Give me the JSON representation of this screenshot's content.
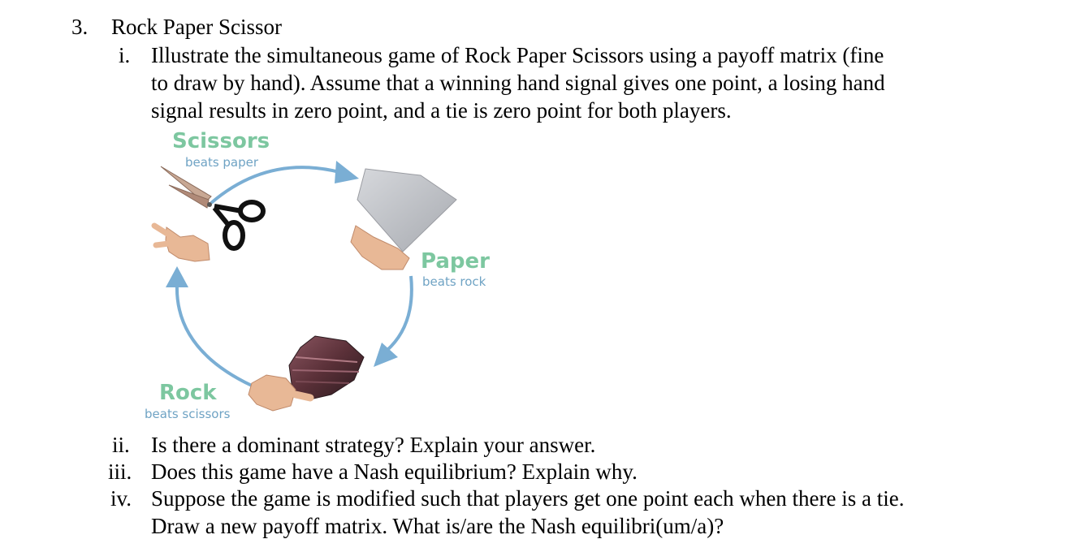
{
  "question": {
    "number": "3.",
    "title": "Rock Paper Scissor"
  },
  "part_i": {
    "label": "i.",
    "lines": [
      "Illustrate the simultaneous game of Rock Paper Scissors using a payoff matrix (fine",
      "to draw by hand). Assume that a winning hand signal gives one point, a losing hand",
      "signal results in zero point, and a tie is zero point for both players."
    ]
  },
  "diagram": {
    "scissors": {
      "title": "Scissors",
      "subtitle": "beats paper"
    },
    "paper": {
      "title": "Paper",
      "subtitle": "beats rock"
    },
    "rock": {
      "title": "Rock",
      "subtitle": "beats scissors"
    },
    "colors": {
      "label": "#7dc7a0",
      "sublabel": "#6fa3c4",
      "arrow": "#7aaed4"
    }
  },
  "part_ii": {
    "label": "ii.",
    "text": "Is there a dominant strategy? Explain your answer."
  },
  "part_iii": {
    "label": "iii.",
    "text": "Does this game have a Nash equilibrium? Explain why."
  },
  "part_iv": {
    "label": "iv.",
    "lines": [
      "Suppose the game is modified such that players get one point each when there is a tie.",
      "Draw a new payoff matrix. What is/are the Nash equilibri(um/a)?"
    ]
  }
}
